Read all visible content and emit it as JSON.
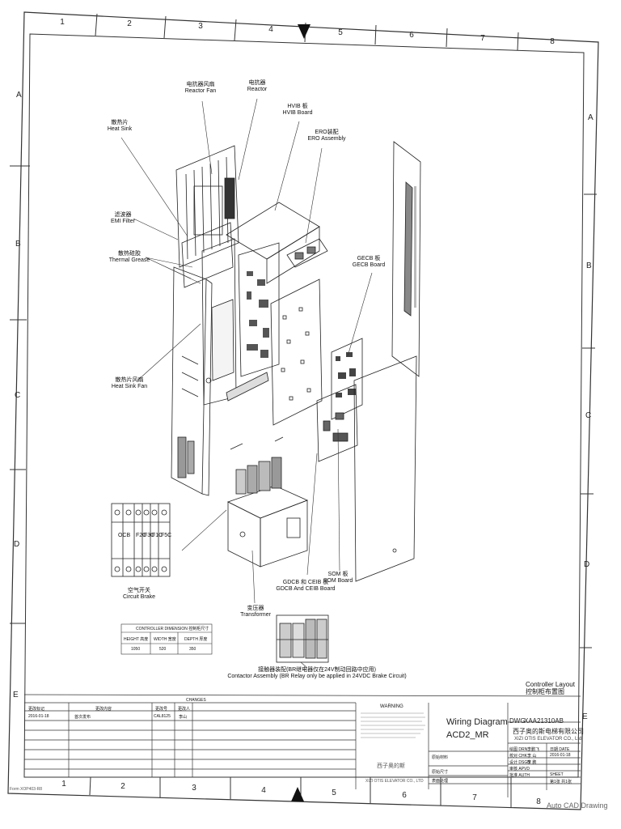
{
  "grid": {
    "top_numbers": [
      "1",
      "2",
      "3",
      "4",
      "5",
      "6",
      "7",
      "8"
    ],
    "bottom_numbers": [
      "1",
      "2",
      "3",
      "4",
      "5",
      "6",
      "7",
      "8"
    ],
    "left_letters": [
      "A",
      "B",
      "C",
      "D",
      "E"
    ],
    "right_letters": [
      "A",
      "B",
      "C",
      "D",
      "E"
    ]
  },
  "callouts": {
    "reactor_fan": {
      "zh": "电抗器风扇",
      "en": "Reactor Fan"
    },
    "reactor": {
      "zh": "电抗器",
      "en": "Reactor"
    },
    "hvib": {
      "zh": "HVIB 板",
      "en": "HVIB Board"
    },
    "ero": {
      "zh": "ERO装配",
      "en": "ERO Assembly"
    },
    "heat_sink": {
      "zh": "散热片",
      "en": "Heat Sink"
    },
    "emi": {
      "zh": "滤波器",
      "en": "EMI Filter"
    },
    "grease": {
      "zh": "散热硅胶",
      "en": "Thermal Grease"
    },
    "gecb": {
      "zh": "GECB 板",
      "en": "GECB Board"
    },
    "heat_sink_fan": {
      "zh": "散热片风扇",
      "en": "Heat Sink Fan"
    },
    "som": {
      "zh": "SOM 板",
      "en": "SOM Board"
    },
    "gdcb": {
      "zh": "GDCB 和 CEIB 板",
      "en": "GDCB And CEIB Board"
    },
    "circuit_brake": {
      "zh": "空气开关",
      "en": "Circuit Brake"
    },
    "transformer": {
      "zh": "变压器",
      "en": "Transformer"
    },
    "contactor": {
      "zh": "接触器装配(BR继电器仅在24V制动回路中应用)",
      "en": "Contactor Assembly (BR Relay only be applied in 24VDC Brake Circuit)"
    }
  },
  "breaker_labels": [
    "OCB",
    "F2C",
    "F3C",
    "F1C",
    "F5C"
  ],
  "dimension_table": {
    "title": "CONTROLLER DIMENSION 控制柜尺寸",
    "headers": [
      "HEIGHT 高度",
      "WIDTH 宽度",
      "DEPTH 厚度"
    ],
    "values": [
      "1050",
      "520",
      "350"
    ]
  },
  "title_block": {
    "changes_label": "CHANGES",
    "rev_headers": [
      "更改标记",
      "更改内容",
      "更改号",
      "更改人"
    ],
    "rev_row": [
      "2016-01-18",
      "首次发布",
      "CAL8125",
      "李山"
    ],
    "warning_label": "WARNING",
    "company_zh": "西子奥的斯",
    "company_en": "XIZI OTIS ELEVATOR CO., LTD",
    "drawing_title_1": "Wiring Diagram",
    "drawing_title_2": "ACD2_MR",
    "sheet_title_en": "Controller Layout",
    "sheet_title_zh": "控制柜布置图",
    "dwg_label": "DWG",
    "dwg_no": "XAA21310AB",
    "company_full_zh": "西子奥的斯电梯有限公司",
    "company_full_en": "XIZI OTIS ELEVATOR CO., Ltd",
    "row_labels": [
      "原始材料",
      "原始尺寸",
      "表面处理"
    ],
    "approval_labels": [
      "绘图 DRN",
      "校对 CHK",
      "设计 DSGN",
      "审核 APVD",
      "批准 AUTH"
    ],
    "approval_values": [
      "李鹏飞",
      "李 山",
      "李 鹏",
      "",
      ""
    ],
    "date_label": "日期 DATE",
    "date_value": "2016-01-18",
    "sheet_label": "SHEET",
    "sheet_value": "第1张 共1张"
  },
  "form_no": "Form XOP403-R8",
  "watermark": "Auto CAD Drawing"
}
